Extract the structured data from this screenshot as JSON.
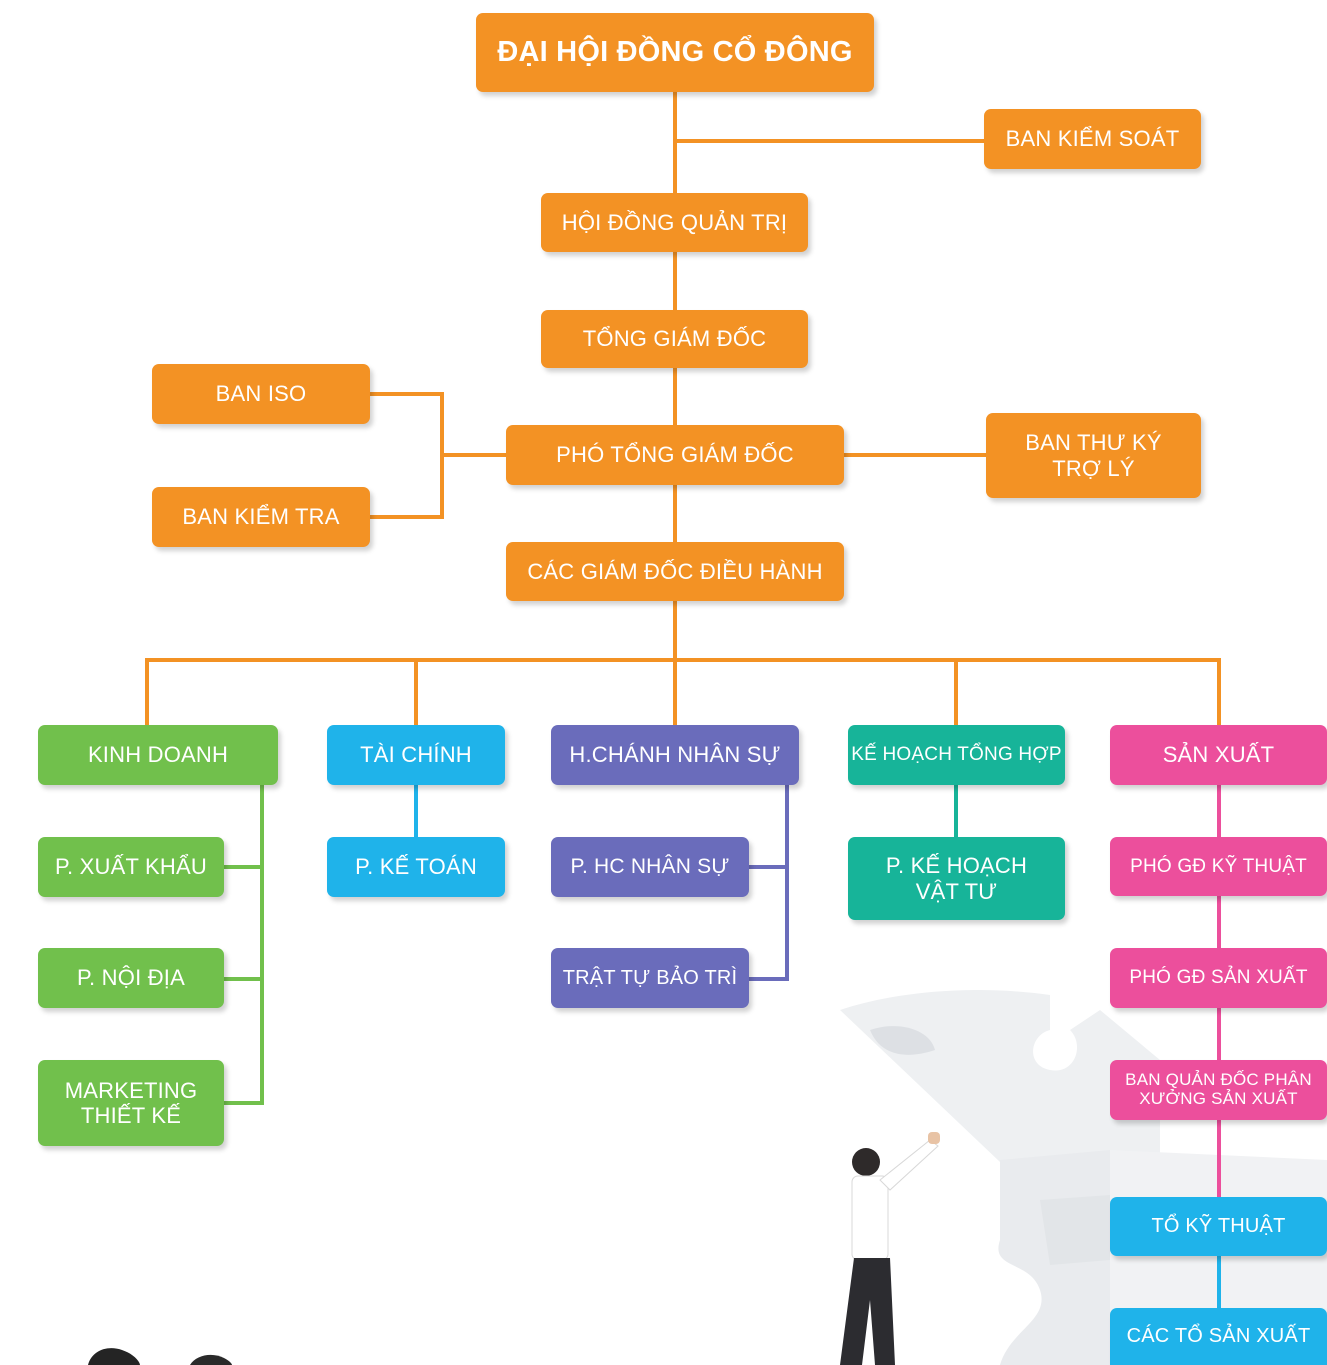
{
  "colors": {
    "orange": "#f39224",
    "green": "#71c04c",
    "blue": "#1fb3ea",
    "purple": "#6a6cbb",
    "teal": "#17b499",
    "pink": "#ec4f9c"
  },
  "top": {
    "shareholders": "ĐẠI HỘI ĐỒNG CỔ ĐÔNG",
    "supervisory": "BAN KIỂM SOÁT",
    "board": "HỘI ĐỒNG QUẢN TRỊ",
    "ceo": "TỔNG GIÁM ĐỐC",
    "iso": "BAN ISO",
    "deputy_ceo": "PHÓ TỔNG GIÁM ĐỐC",
    "secretary_line1": "BAN THƯ KÝ",
    "secretary_line2": "TRỢ LÝ",
    "inspection": "BAN KIỂM TRA",
    "exec_directors": "CÁC GIÁM ĐỐC ĐIỀU HÀNH"
  },
  "sales": {
    "head": "KINH DOANH",
    "export": "P. XUẤT KHẨU",
    "domestic": "P. NỘI ĐỊA",
    "marketing_line1": "MARKETING",
    "marketing_line2": "THIẾT KẾ"
  },
  "finance": {
    "head": "TÀI CHÍNH",
    "accounting": "P. KẾ TOÁN"
  },
  "admin": {
    "head": "H.CHÁNH NHÂN SỰ",
    "hr": "P. HC NHÂN SỰ",
    "maintenance": "TRẬT TỰ BẢO TRÌ"
  },
  "planning": {
    "head": "KẾ HOẠCH TỔNG HỢP",
    "materials_line1": "P. KẾ HOẠCH",
    "materials_line2": "VẬT TƯ"
  },
  "production": {
    "head": "SẢN XUẤT",
    "tech_deputy": "PHÓ GĐ KỸ THUẬT",
    "prod_deputy": "PHÓ GĐ SẢN XUẤT",
    "foremen_line1": "BAN QUẢN ĐỐC PHÂN",
    "foremen_line2": "XƯỞNG SẢN XUẤT",
    "tech_team": "TỔ KỸ THUẬT",
    "prod_teams": "CÁC TỔ SẢN XUẤT"
  }
}
